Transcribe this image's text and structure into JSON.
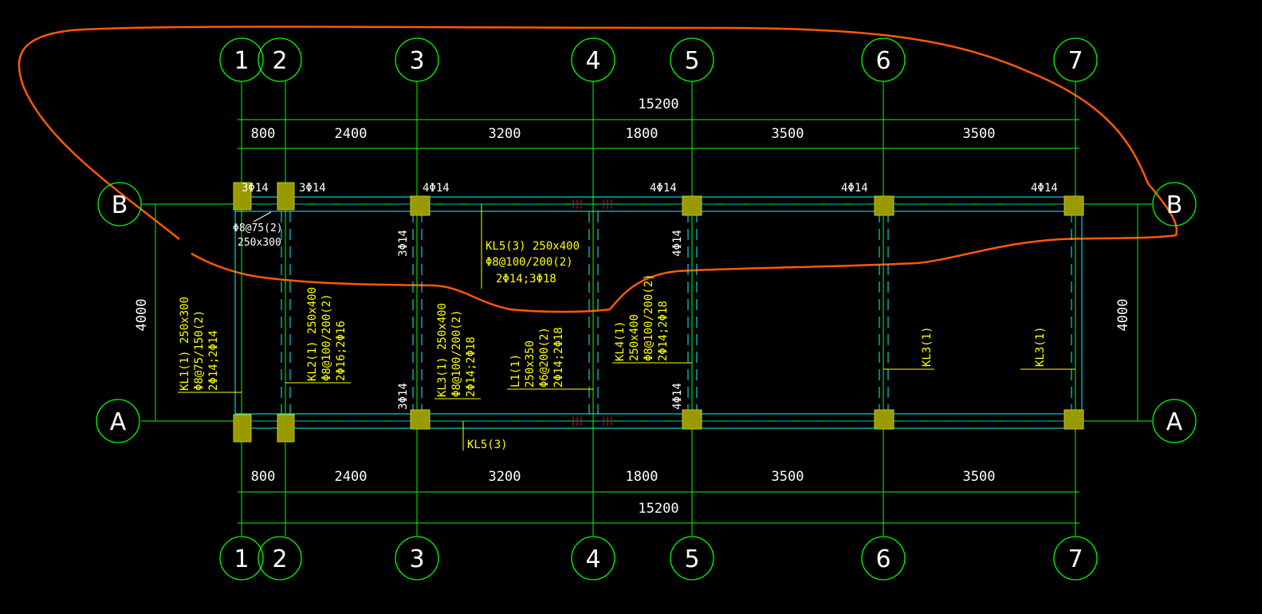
{
  "grid": {
    "columns": [
      "1",
      "2",
      "3",
      "4",
      "5",
      "6",
      "7"
    ],
    "rows": [
      "A",
      "B"
    ]
  },
  "dimensions": {
    "total": "15200",
    "spans": [
      "800",
      "2400",
      "3200",
      "1800",
      "3500",
      "3500"
    ],
    "depth": "4000"
  },
  "top_rebar": {
    "col1": "3Φ14",
    "col2": "3Φ14",
    "col3": "4Φ14",
    "col5": "4Φ14",
    "col6": "4Φ14",
    "col7": "4Φ14"
  },
  "side_rebar": {
    "col3_upper": "3Φ14",
    "col3_lower": "3Φ14",
    "col5_upper": "4Φ14",
    "col5_lower": "4Φ14"
  },
  "annotations": {
    "stirrup_kl_top": "Φ8@75(2)",
    "size_kl_top": "250x300",
    "kl5_name": "KL5(3) 250x400",
    "kl5_stirrup": "Φ8@100/200(2)",
    "kl5_bars": "2Φ14;3Φ18",
    "kl1_line1": "KL1(1) 250x300",
    "kl1_line2": "Φ8@75/150(2)",
    "kl1_line3": "2Φ14;2Φ14",
    "kl2_line1": "KL2(1) 250x400",
    "kl2_line2": "Φ8@100/200(2)",
    "kl2_line3": "2Φ16;2Φ16",
    "kl3_line1": "KL3(1) 250x400",
    "kl3_line2": "Φ8@100/200(2)",
    "kl3_line3": "2Φ14;2Φ18",
    "l1_line1": "L1(1)",
    "l1_line2": "250x350",
    "l1_line3": "Φ6@200(2)",
    "l1_line4": "2Φ14;2Φ18",
    "kl4_line1": "KL4(1)",
    "kl4_line2": "250x400",
    "kl4_line3": "Φ8@100/200(2)",
    "kl4_line4": "2Φ14;2Φ18",
    "kl3_ref_a": "KL3(1)",
    "kl3_ref_b": "KL3(1)",
    "kl5_bottom": "KL5(3)"
  },
  "colors": {
    "background": "#000000",
    "grid_line": "#00ff00",
    "beam_outline": "#00ffff",
    "column_fill": "#999900",
    "annotation": "#ffff00",
    "markup": "#ff5a00",
    "break_mark": "#ff0000"
  }
}
